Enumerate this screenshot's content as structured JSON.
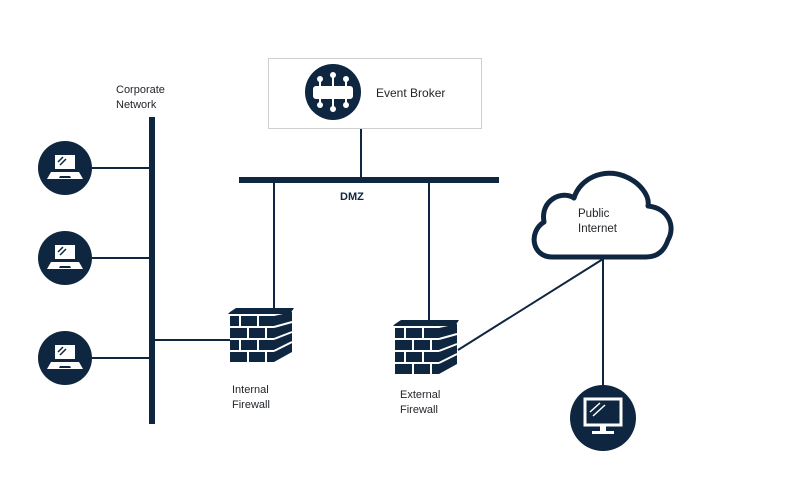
{
  "colors": {
    "primary": "#0f2640",
    "box_border": "#cfcfcf",
    "background": "#ffffff"
  },
  "nodes": {
    "event_broker": {
      "label": "Event Broker",
      "icon": "event-broker-icon"
    },
    "corporate_network": {
      "label": "Corporate\nNetwork"
    },
    "dmz": {
      "label": "DMZ"
    },
    "internal_firewall": {
      "label": "Internal\nFirewall",
      "icon": "firewall-icon"
    },
    "external_firewall": {
      "label": "External\nFirewall",
      "icon": "firewall-icon"
    },
    "public_internet": {
      "label": "Public\nInternet",
      "icon": "cloud-icon"
    },
    "laptops": [
      {
        "icon": "laptop-icon"
      },
      {
        "icon": "laptop-icon"
      },
      {
        "icon": "laptop-icon"
      }
    ],
    "external_computer": {
      "icon": "desktop-monitor-icon"
    }
  }
}
